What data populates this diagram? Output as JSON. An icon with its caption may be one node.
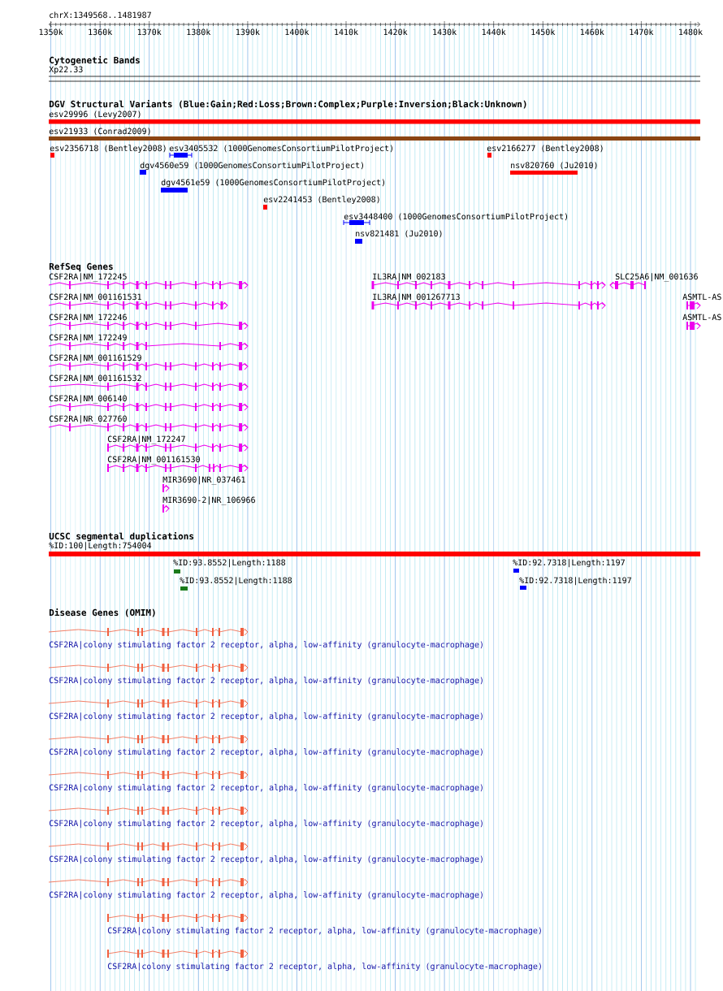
{
  "diagram": {
    "labels": [
      "chrX:1349568..1481987",
      "1350k",
      "1360k",
      "1370k",
      "1380k",
      "1390k",
      "1400k",
      "1410k",
      "1420k",
      "1430k",
      "1440k",
      "1450k",
      "1460k",
      "1470k",
      "1480k",
      "Cytogenetic Bands",
      "Xp22.33",
      "DGV Structural Variants (Blue:Gain;Red:Loss;Brown:Complex;Purple:Inversion;Black:Unknown)",
      "esv29996 (Levy2007)",
      "esv21933 (Conrad2009)",
      "esv2356718 (Bentley2008)",
      "esv3405532 (1000GenomesConsortiumPilotProject)",
      "esv2166277 (Bentley2008)",
      "dgv4560e59 (1000GenomesConsortiumPilotProject)",
      "nsv820760 (Ju2010)",
      "dgv4561e59 (1000GenomesConsortiumPilotProject)",
      "esv2241453 (Bentley2008)",
      "esv3448400 (1000GenomesConsortiumPilotProject)",
      "nsv821481 (Ju2010)",
      "RefSeq Genes",
      "CSF2RA|NM_172245",
      "IL3RA|NM_002183",
      "SLC25A6|NM_001636",
      "CSF2RA|NM_001161531",
      "IL3RA|NM_001267713",
      "ASMTL-AS",
      "CSF2RA|NM_172246",
      "ASMTL-AS",
      "CSF2RA|NM_172249",
      "CSF2RA|NM_001161529",
      "CSF2RA|NM_001161532",
      "CSF2RA|NM_006140",
      "CSF2RA|NR_027760",
      "CSF2RA|NM_172247",
      "CSF2RA|NM_001161530",
      "MIR3690|NR_037461",
      "MIR3690-2|NR_106966",
      "UCSC segmental duplications",
      "%ID:100|Length:754004",
      "%ID:93.8552|Length:1188",
      "%ID:92.7318|Length:1197",
      "%ID:93.8552|Length:1188",
      "%ID:92.7318|Length:1197",
      "Disease Genes (OMIM)",
      "CSF2RA|colony stimulating factor 2 receptor, alpha, low-affinity (granulocyte-macrophage)",
      "CSF2RA|colony stimulating factor 2 receptor, alpha, low-affinity (granulocyte-macrophage)",
      "CSF2RA|colony stimulating factor 2 receptor, alpha, low-affinity (granulocyte-macrophage)",
      "CSF2RA|colony stimulating factor 2 receptor, alpha, low-affinity (granulocyte-macrophage)",
      "CSF2RA|colony stimulating factor 2 receptor, alpha, low-affinity (granulocyte-macrophage)",
      "CSF2RA|colony stimulating factor 2 receptor, alpha, low-affinity (granulocyte-macrophage)",
      "CSF2RA|colony stimulating factor 2 receptor, alpha, low-affinity (granulocyte-macrophage)",
      "CSF2RA|colony stimulating factor 2 receptor, alpha, low-affinity (granulocyte-macrophage)",
      "CSF2RA|colony stimulating factor 2 receptor, alpha, low-affinity (granulocyte-macrophage)",
      "CSF2RA|colony stimulating factor 2 receptor, alpha, low-affinity (granulocyte-macrophage)"
    ]
  }
}
